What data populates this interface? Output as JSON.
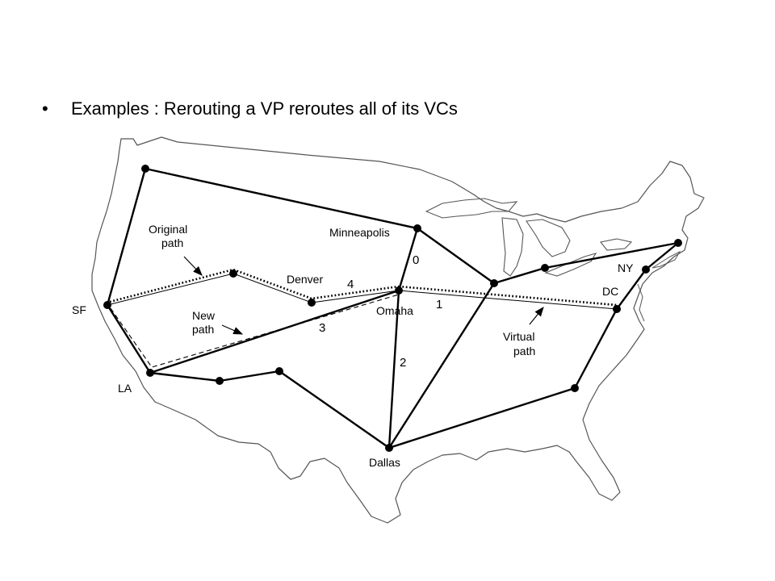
{
  "slide": {
    "bullet": "•",
    "text": "Examples : Rerouting a VP reroutes all of its VCs"
  },
  "diagram": {
    "cities": {
      "sf": "SF",
      "la": "LA",
      "minneapolis": "Minneapolis",
      "denver": "Denver",
      "omaha": "Omaha",
      "dallas": "Dallas",
      "ny": "NY",
      "dc": "DC"
    },
    "annotations": {
      "original_path_line1": "Original",
      "original_path_line2": "path",
      "new_path_line1": "New",
      "new_path_line2": "path",
      "virtual_path_line1": "Virtual",
      "virtual_path_line2": "path"
    },
    "link_numbers": {
      "n0": "0",
      "n1": "1",
      "n2": "2",
      "n3": "3",
      "n4": "4"
    }
  }
}
